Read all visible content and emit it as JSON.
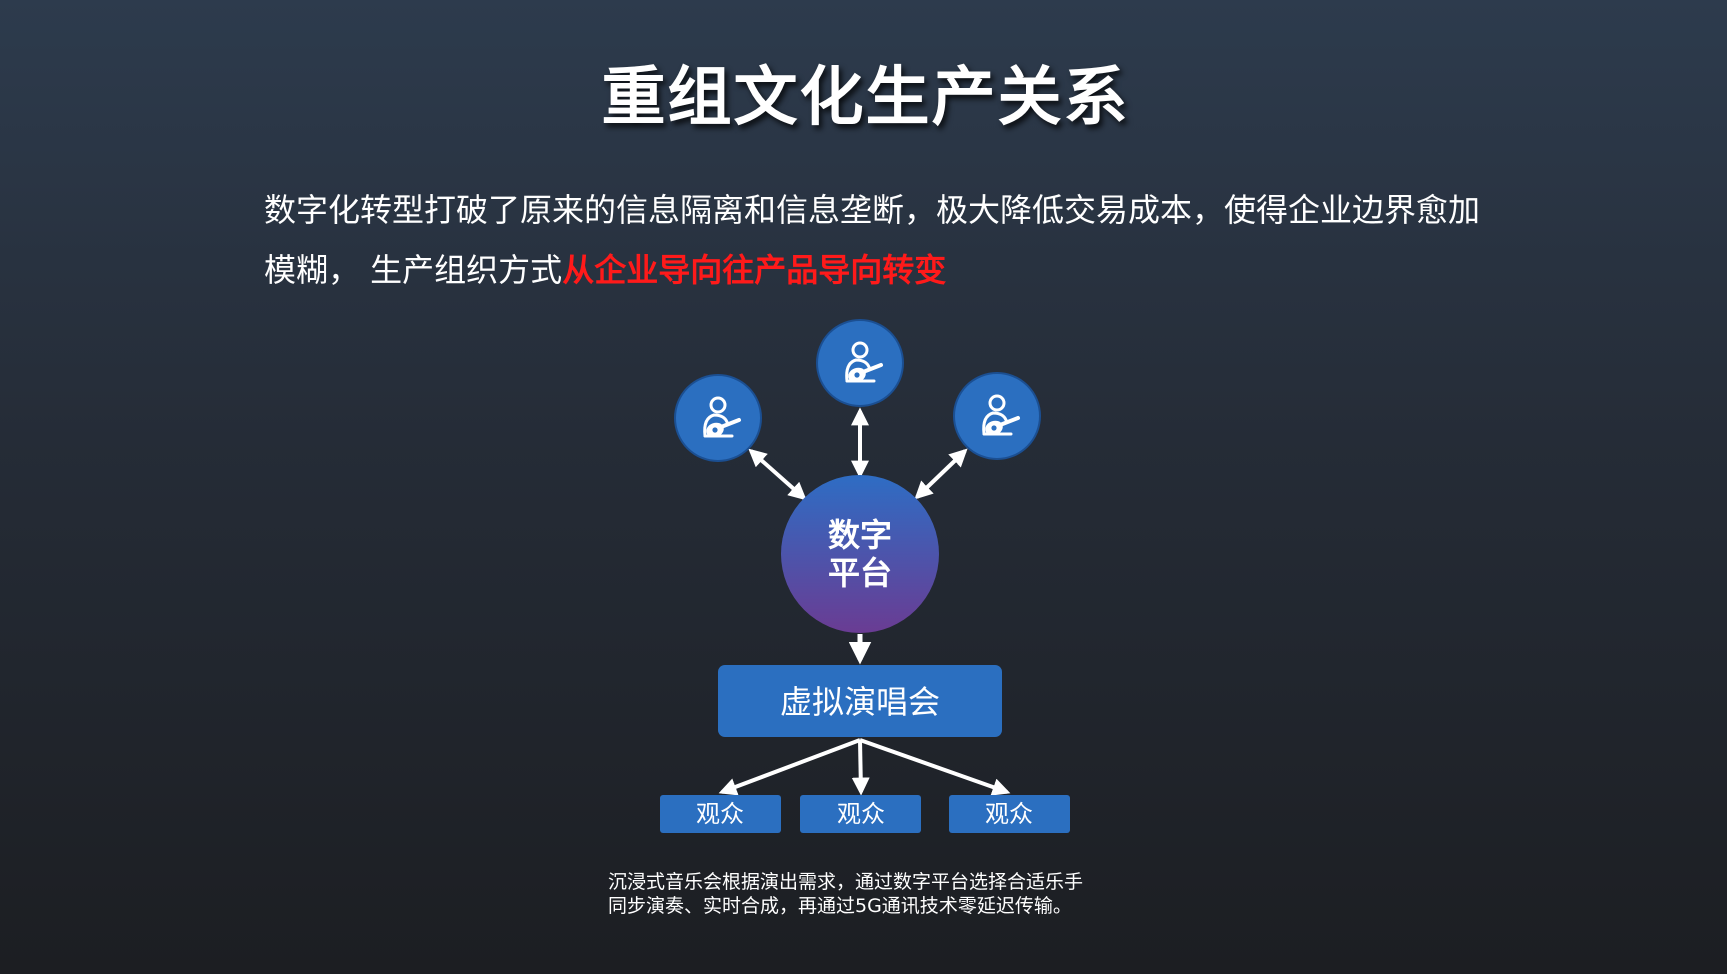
{
  "slide": {
    "title": "重组文化生产关系",
    "paragraph": {
      "text_plain": "数字化转型打破了原来的信息隔离和信息垄断，极大降低交易成本，使得企业边界愈加模糊， 生产组织方式",
      "text_highlight": "从企业导向往产品导向转变"
    },
    "diagram": {
      "center_node": {
        "line1": "数字",
        "line2": "平台"
      },
      "musician_icon": "guitar-player-icon",
      "output_node": "虚拟演唱会",
      "audiences": [
        "观众",
        "观众",
        "观众"
      ]
    },
    "caption": {
      "line1": "沉浸式音乐会根据演出需求，通过数字平台选择合适乐手",
      "line2": "同步演奏、实时合成，再通过5G通讯技术零延迟传输。"
    }
  },
  "colors": {
    "highlight": "#ff1a1a",
    "node_blue": "#2b6fc0",
    "platform_top": "#2e6dc4",
    "platform_bottom": "#6a3c93"
  }
}
